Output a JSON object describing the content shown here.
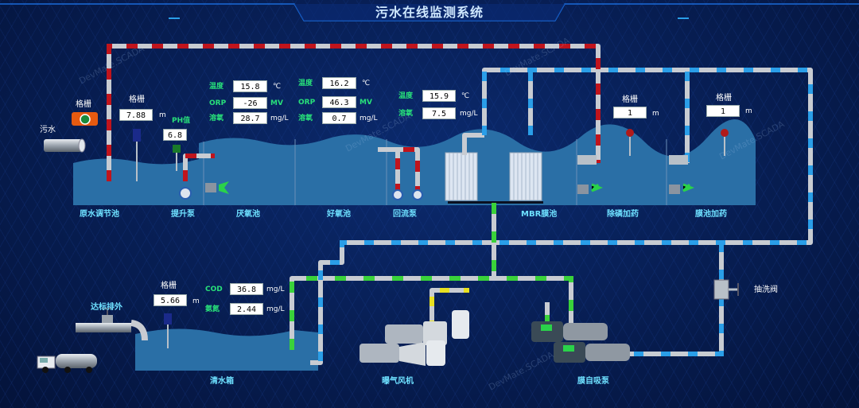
{
  "header": {
    "title": "污水在线监测系统"
  },
  "watermark": "DevMate.SCADA",
  "labels": {
    "inflow": "污水",
    "grille_top": "格栅",
    "grille_level": "格栅",
    "grille_unit": "m",
    "ph_label": "PH值",
    "discharge": "达标排外",
    "backwash_valve": "抽洗阀"
  },
  "tanks": {
    "raw": "原水调节池",
    "lift_pump": "提升泵",
    "anoxic": "厌氧池",
    "aerobic": "好氧池",
    "return_pump": "回流泵",
    "mbr": "MBR膜池",
    "phosphorus": "除磷加药",
    "membrane_dose": "膜池加药",
    "clear_tank": "清水箱",
    "blower": "曝气风机",
    "membrane_pump": "膜自吸泵"
  },
  "readings": {
    "raw_level": {
      "value": "7.88",
      "unit": "m"
    },
    "ph": {
      "value": "6.8"
    },
    "anoxic": {
      "temp_label": "温度",
      "temp": "15.8",
      "temp_unit": "℃",
      "orp_label": "ORP",
      "orp": "-26",
      "orp_unit": "MV",
      "do_label": "溶氧",
      "do": "28.7",
      "do_unit": "mg/L"
    },
    "aerobic": {
      "temp_label": "温度",
      "temp": "16.2",
      "temp_unit": "℃",
      "orp_label": "ORP",
      "orp": "46.3",
      "orp_unit": "MV",
      "do_label": "溶氧",
      "do": "0.7",
      "do_unit": "mg/L"
    },
    "mbr": {
      "temp_label": "温度",
      "temp": "15.9",
      "temp_unit": "℃",
      "do_label": "溶氧",
      "do": "7.5",
      "do_unit": "mg/L"
    },
    "phos_level": {
      "label": "格栅",
      "value": "1",
      "unit": "m"
    },
    "dose_level": {
      "label": "格栅",
      "value": "1",
      "unit": "m"
    },
    "clear_level": {
      "label": "格栅",
      "value": "5.66",
      "unit": "m"
    },
    "clear": {
      "cod_label": "COD",
      "cod": "36.8",
      "cod_unit": "mg/L",
      "nh_label": "氨氮",
      "nh": "2.44",
      "nh_unit": "mg/L"
    }
  },
  "colors": {
    "water": "#2a6fa6",
    "pipe": "#c8ccd2",
    "flow_red": "#c0141c",
    "flow_blue": "#2a9ee8",
    "flow_green": "#3ad23a",
    "flow_yellow": "#e8e020",
    "accent": "#6ee0ff"
  }
}
